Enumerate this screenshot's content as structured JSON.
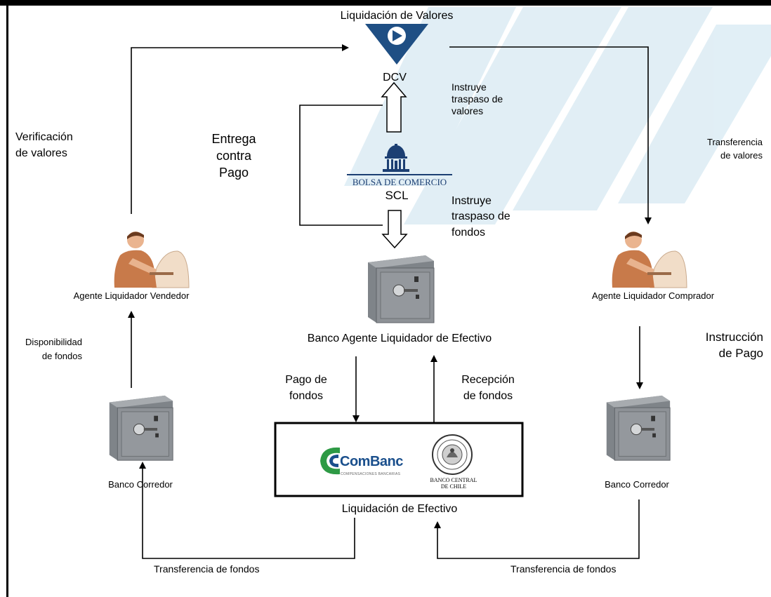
{
  "title_top": "Liquidación de Valores",
  "dcv": {
    "label": "DCV"
  },
  "bolsa": {
    "logo_text": "BOLSA DE COMERCIO",
    "label": "SCL"
  },
  "instructions": {
    "valores": "Instruye\ntraspaso de\nvalores",
    "fondos": "Instruye\ntraspaso de\nfondos"
  },
  "entrega": "Entrega\ncontra\nPago",
  "verificacion": "Verificación\nde valores",
  "transferencia_valores": "Transferencia\nde valores",
  "agente_vendedor": "Agente Liquidador Vendedor",
  "agente_comprador": "Agente Liquidador Comprador",
  "banco_agente": "Banco Agente Liquidador de Efectivo",
  "disponibilidad": "Disponibilidad\nde fondos",
  "instruccion_pago": "Instrucción\nde Pago",
  "pago_fondos": "Pago de\nfondos",
  "recepcion_fondos": "Recepción\nde fondos",
  "banco_corredor_left": "Banco  Corredor",
  "banco_corredor_right": "Banco  Corredor",
  "combanc": {
    "name": "ComBanc",
    "tagline": "COMPENSACIONES BANCARIAS"
  },
  "banco_central": "BANCO CENTRAL\nDE CHILE",
  "liquidacion_efectivo": "Liquidación de Efectivo",
  "transfer_fondos_left": "Transferencia de fondos",
  "transfer_fondos_right": "Transferencia de fondos",
  "colors": {
    "watermark": "#dcecf4",
    "dcv_blue": "#1f4f84",
    "combanc_green": "#2e9a45",
    "combanc_blue": "#1a4f8c",
    "safe_gray": "#8b8f93"
  }
}
